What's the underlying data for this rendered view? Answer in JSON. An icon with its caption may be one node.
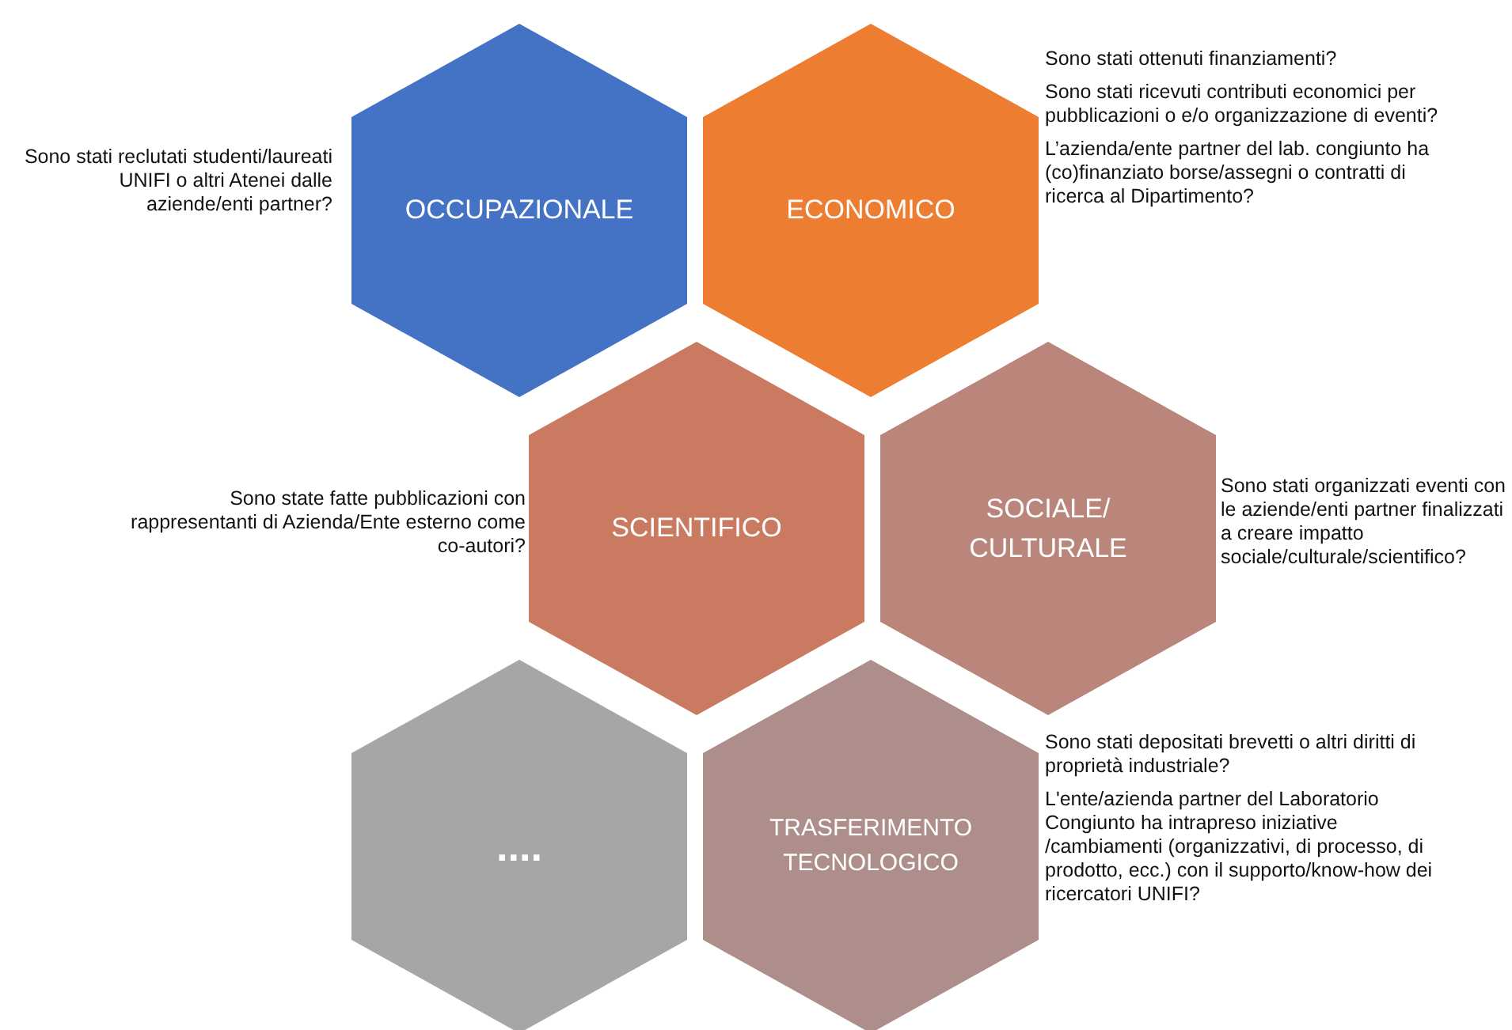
{
  "diagram": {
    "nodes": [
      {
        "text": [
          "OCCUPAZIONALE"
        ],
        "beside": [
          "Sono stati reclutati studenti/laureati UNIFI o altri Atenei dalle aziende/enti partner?"
        ]
      },
      {
        "text": [
          "ECONOMICO"
        ],
        "beside": [
          "Sono stati ottenuti finanziamenti?",
          "Sono stati ricevuti contributi economici per pubblicazioni o e/o organizzazione di eventi?",
          "L’azienda/ente partner del lab. congiunto ha (co)finanziato borse/assegni o contratti di ricerca al Dipartimento?"
        ]
      },
      {
        "text": [
          "SCIENTIFICO"
        ],
        "beside": [
          "Sono state fatte pubblicazioni con rappresentanti di Azienda/Ente esterno come co-autori?"
        ]
      },
      {
        "text": [
          "SOCIALE/ CULTURALE"
        ],
        "beside": [
          "Sono stati organizzati eventi con le aziende/enti partner finalizzati a creare impatto sociale/culturale/scientifico?"
        ]
      },
      {
        "text": [
          "...."
        ]
      },
      {
        "text": [
          "TRASFERIMENTO TECNOLOGICO"
        ],
        "beside": [
          "Sono stati depositati brevetti o altri diritti di proprietà industriale?",
          "L'ente/azienda partner del Laboratorio Congiunto ha intrapreso iniziative /cambiamenti (organizzativi, di processo, di prodotto, ecc.) con il supporto/know-how dei  ricercatori UNIFI?"
        ]
      }
    ]
  }
}
